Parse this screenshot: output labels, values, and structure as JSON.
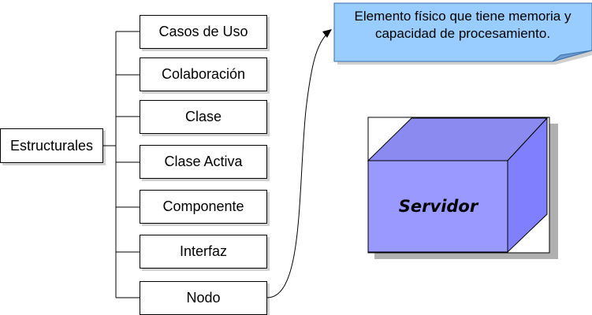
{
  "diagram": {
    "root_label": "Estructurales",
    "children": [
      "Casos de Uso",
      "Colaboración",
      "Clase",
      "Clase Activa",
      "Componente",
      "Interfaz",
      "Nodo"
    ],
    "callout_text": "Elemento físico que tiene memoria y capacidad de procesamiento.",
    "node_label": "Servidor",
    "colors": {
      "callout_fill": "#99ccff",
      "node_front": "#9999ff",
      "node_side": "#8080ff",
      "node_top": "#8a8af0",
      "line": "#000000"
    }
  }
}
